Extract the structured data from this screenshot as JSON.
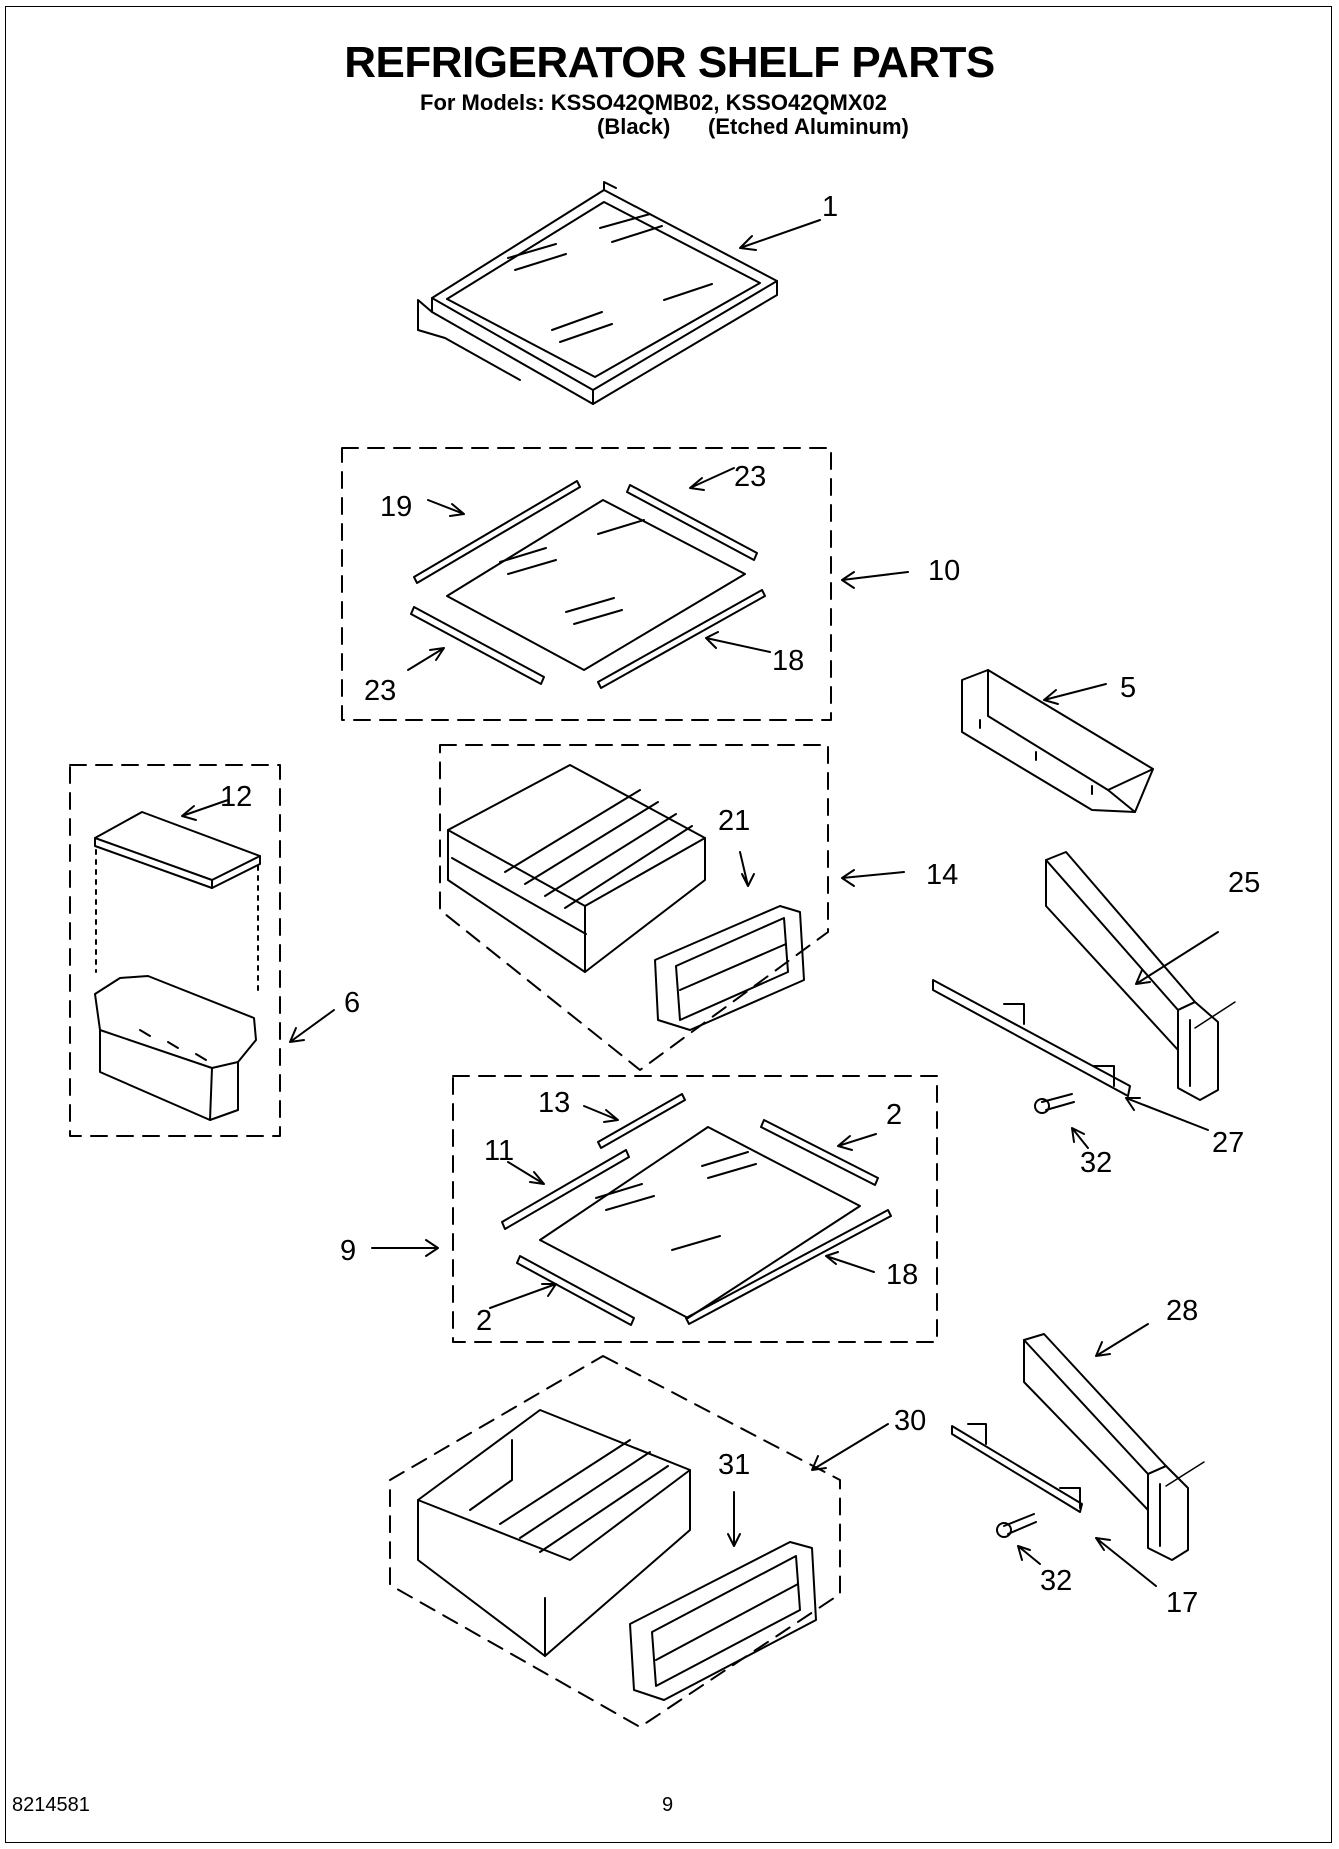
{
  "header": {
    "title": "REFRIGERATOR SHELF PARTS",
    "models_line": "For Models: KSSO42QMB02, KSSO42QMX02",
    "variant_1": "(Black)",
    "variant_2": "(Etched Aluminum)"
  },
  "callouts": {
    "c1": "1",
    "c23a": "23",
    "c19": "19",
    "c10": "10",
    "c23b": "23",
    "c18a": "18",
    "c5": "5",
    "c12": "12",
    "c21": "21",
    "c14": "14",
    "c6": "6",
    "c25": "25",
    "c13": "13",
    "c2a": "2",
    "c11": "11",
    "c9": "9",
    "c18b": "18",
    "c2b": "2",
    "c32a": "32",
    "c27": "27",
    "c28": "28",
    "c30": "30",
    "c31": "31",
    "c32b": "32",
    "c17": "17"
  },
  "footer": {
    "doc_number": "8214581",
    "page_number": "9"
  }
}
